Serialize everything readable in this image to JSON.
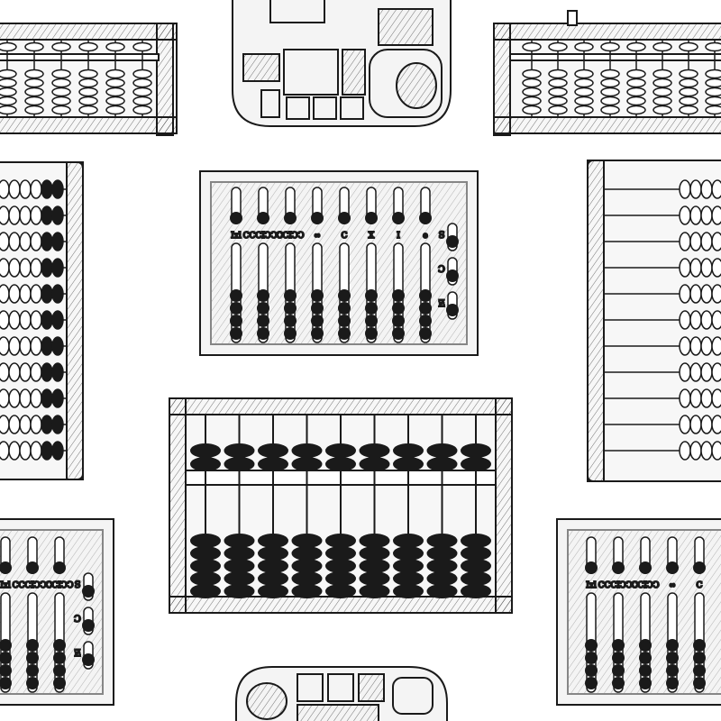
{
  "illustration": {
    "style": "engraving",
    "colors": {
      "ink": "#1a1a1a",
      "paper": "#ffffff",
      "wood": "#f4f4f4"
    },
    "roman_abacus": {
      "groove_labels": [
        "Ixl",
        "CCCIↃↃↃ",
        "CCIↃↃ",
        "∞",
        "C",
        "X",
        "I",
        "ɵ"
      ],
      "side_labels": [
        "S",
        "Ɔ",
        "Ƶ"
      ]
    },
    "objects": [
      {
        "id": "chinese-abacus-top-left",
        "kind": "suanpan"
      },
      {
        "id": "wax-tablet-top",
        "kind": "counting-board"
      },
      {
        "id": "chinese-abacus-top-right",
        "kind": "suanpan"
      },
      {
        "id": "russian-abacus-left",
        "kind": "schoty"
      },
      {
        "id": "roman-abacus-center",
        "kind": "roman-hand-abacus"
      },
      {
        "id": "russian-abacus-right",
        "kind": "schoty"
      },
      {
        "id": "chinese-abacus-center",
        "kind": "suanpan"
      },
      {
        "id": "roman-abacus-bottom-left",
        "kind": "roman-hand-abacus"
      },
      {
        "id": "wax-tablet-bottom",
        "kind": "counting-board"
      },
      {
        "id": "roman-abacus-bottom-right",
        "kind": "roman-hand-abacus"
      }
    ]
  }
}
